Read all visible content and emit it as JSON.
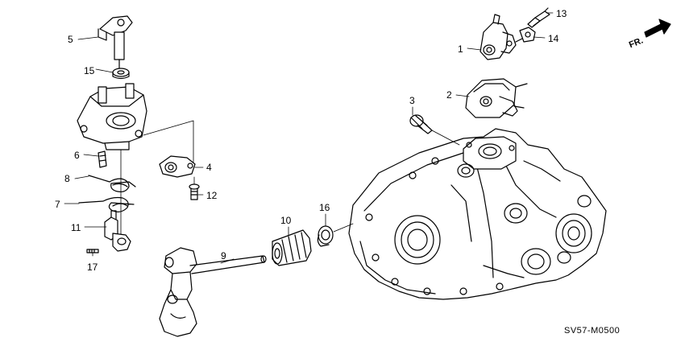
{
  "diagram": {
    "drawing_code": "SV57-M0500",
    "direction_label": "FR.",
    "callouts": {
      "c1": "1",
      "c2": "2",
      "c3": "3",
      "c4": "4",
      "c5": "5",
      "c6": "6",
      "c7": "7",
      "c8": "8",
      "c9": "9",
      "c10": "10",
      "c11": "11",
      "c12": "12",
      "c13": "13",
      "c14": "14",
      "c15": "15",
      "c16": "16",
      "c17": "17"
    }
  }
}
